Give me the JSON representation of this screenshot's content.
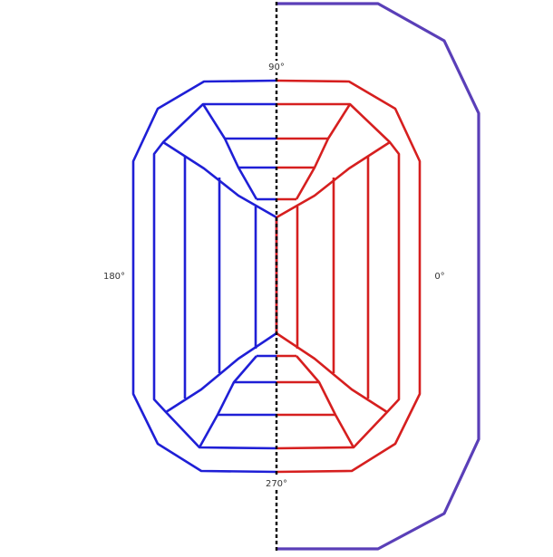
{
  "labels": {
    "top": "90°",
    "left": "180°",
    "right": "0°",
    "bottom": "270°"
  },
  "colors": {
    "left_half": "#1f1fd6",
    "right_half": "#d61f1f",
    "profile": "#5a3fb8",
    "axis": "#000000",
    "background": "#ffffff"
  }
}
